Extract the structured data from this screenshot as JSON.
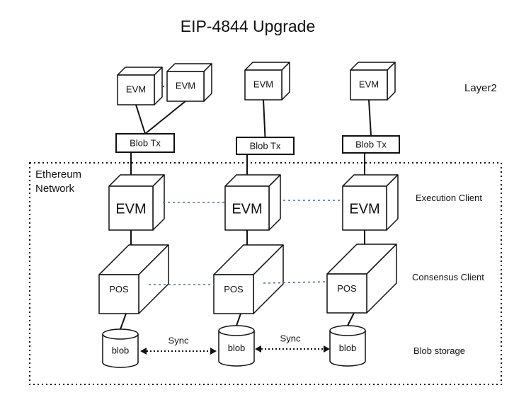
{
  "title": "EIP-4844 Upgrade",
  "labels": {
    "layer2": "Layer2",
    "network_line1": "Ethereum",
    "network_line2": "Network",
    "execution_client": "Execution Client",
    "consensus_client": "Consensus Client",
    "blob_storage": "Blob storage"
  },
  "columns": [
    {
      "l2_evms": [
        "EVM",
        "EVM"
      ],
      "blob_tx": "Blob Tx",
      "evm": "EVM",
      "pos": "POS",
      "blob": "blob"
    },
    {
      "l2_evms": [
        "EVM"
      ],
      "blob_tx": "Blob Tx",
      "evm": "EVM",
      "pos": "POS",
      "blob": "blob"
    },
    {
      "l2_evms": [
        "EVM"
      ],
      "blob_tx": "Blob Tx",
      "evm": "EVM",
      "pos": "POS",
      "blob": "blob"
    }
  ],
  "sync_labels": [
    "Sync",
    "Sync"
  ],
  "colors": {
    "stroke": "#111111",
    "peer_link": "#3b6fb6"
  }
}
